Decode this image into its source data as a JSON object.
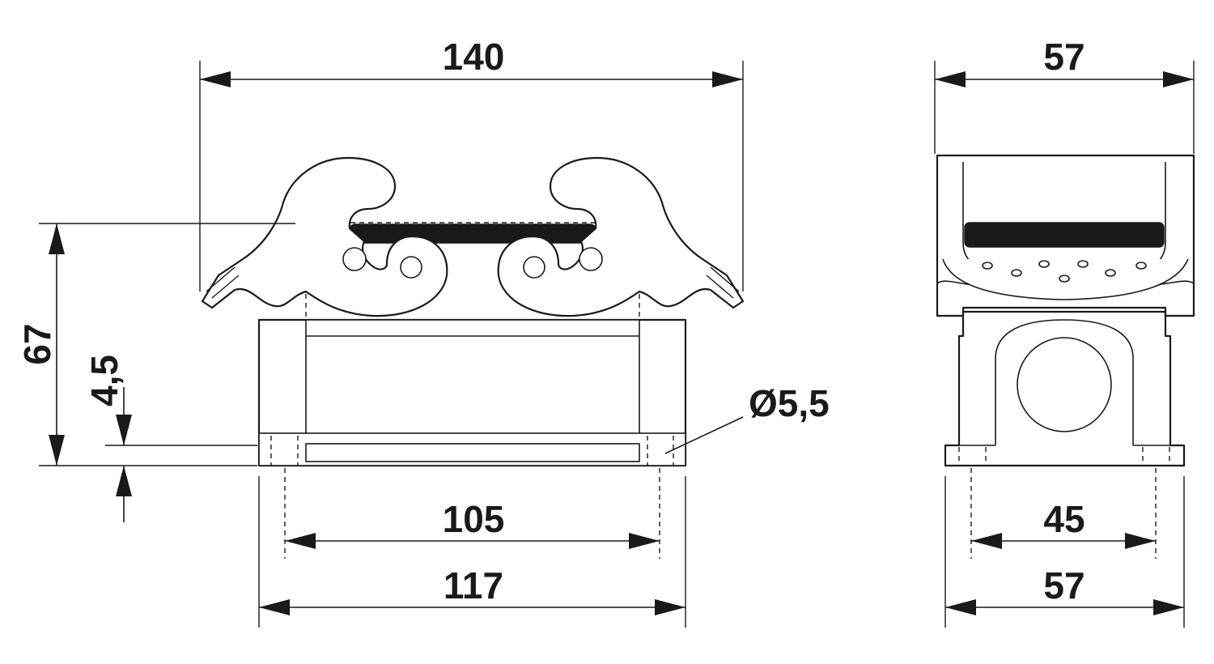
{
  "dimensions": {
    "front_width_top": "140",
    "front_height": "67",
    "front_base_thickness": "4,5",
    "hole_diameter": "Ø5,5",
    "front_hole_spacing": "105",
    "front_base_width": "117",
    "side_width_top": "57",
    "side_hole_spacing": "45",
    "side_base_width": "57"
  }
}
